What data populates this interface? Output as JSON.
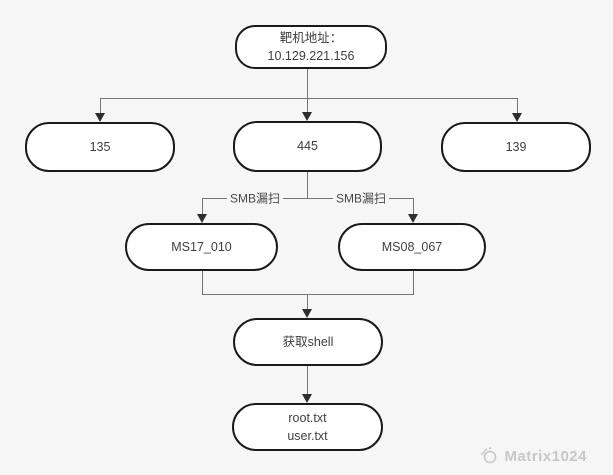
{
  "diagram": {
    "nodes": {
      "target": {
        "line1": "靶机地址：",
        "line2": "10.129.221.156"
      },
      "port135": {
        "label": "135"
      },
      "port445": {
        "label": "445"
      },
      "port139": {
        "label": "139"
      },
      "ms17": {
        "label": "MS17_010"
      },
      "ms08": {
        "label": "MS08_067"
      },
      "shell": {
        "label": "获取shell"
      },
      "flags": {
        "line1": "root.txt",
        "line2": "user.txt"
      }
    },
    "edge_labels": {
      "smb_left": "SMB漏扫",
      "smb_right": "SMB漏扫"
    },
    "colors": {
      "background": "#f6f6f6",
      "node_fill": "#ffffff",
      "node_border": "#1a1a1a",
      "edge_line": "#757575",
      "arrowhead": "#2e2e2e",
      "watermark": "#c7c7c7"
    }
  },
  "watermark": {
    "text": "Matrix1024"
  }
}
